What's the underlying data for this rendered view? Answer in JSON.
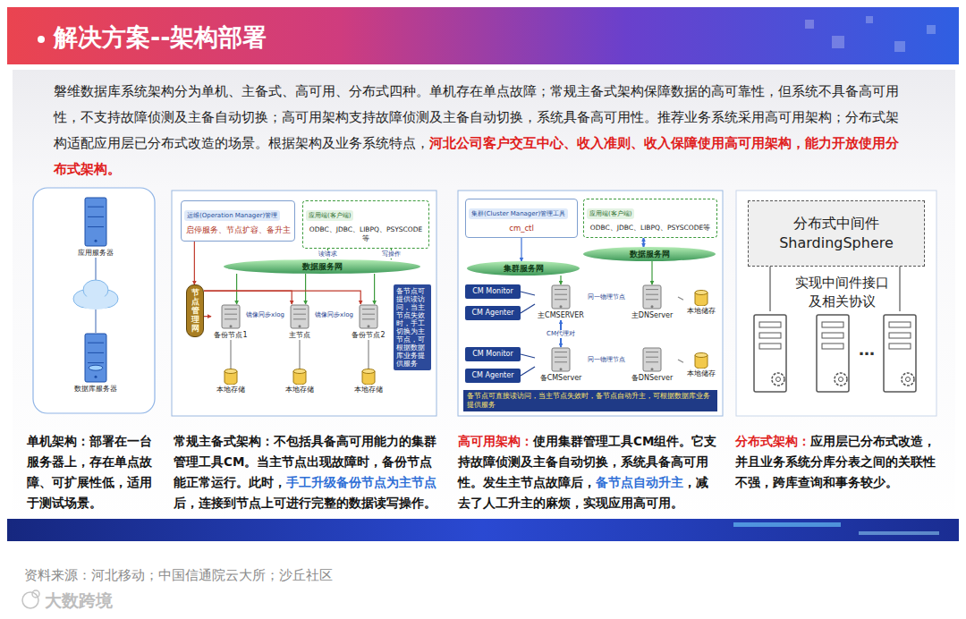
{
  "diagram": {
    "title": "解决方案--架构部署",
    "nodes": [
      {
        "text": [
          "应用服务器"
        ]
      },
      {
        "text": [
          "数据库服务器"
        ]
      },
      {
        "text": [
          "运维(Operation Manager)管理",
          "启停服务、节点扩容、备升主"
        ]
      },
      {
        "text": [
          "应用端(客户端)",
          "ODBC、JDBC、LIBPQ、PSYSCODE等"
        ]
      },
      {
        "text": [
          "数据服务网"
        ]
      },
      {
        "text": [
          "节点管理网"
        ]
      },
      {
        "text": [
          "备份节点1"
        ]
      },
      {
        "text": [
          "主节点"
        ]
      },
      {
        "text": [
          "备份节点2"
        ]
      },
      {
        "text": [
          "本地存储"
        ]
      },
      {
        "text": [
          "本地存储"
        ]
      },
      {
        "text": [
          "本地存储"
        ]
      },
      {
        "text": [
          "备节点可提供读访问，当主节点失效时，手工切换为主节点，可根据数据库业务提供服务"
        ]
      },
      {
        "text": [
          "集群(Cluster Manager)管理工具",
          "cm_ctl"
        ]
      },
      {
        "text": [
          "应用端(客户端)",
          "ODBC、JDBC、LIBPQ、PSYSCODE等"
        ]
      },
      {
        "text": [
          "集群服务网"
        ]
      },
      {
        "text": [
          "数据服务网"
        ]
      },
      {
        "text": [
          "CM Monitor"
        ]
      },
      {
        "text": [
          "CM Agenter"
        ]
      },
      {
        "text": [
          "主CMSERVER"
        ]
      },
      {
        "text": [
          "主DNServer"
        ]
      },
      {
        "text": [
          "本地储存"
        ]
      },
      {
        "text": [
          "CM Monitor"
        ]
      },
      {
        "text": [
          "CM Agenter"
        ]
      },
      {
        "text": [
          "备CMServer"
        ]
      },
      {
        "text": [
          "备DNServer"
        ]
      },
      {
        "text": [
          "本地储存"
        ]
      },
      {
        "text": [
          "备节点可直接读访问，当主节点失效时，备节点自动升主，可根据数据库业务提供服务"
        ]
      },
      {
        "text": [
          "分布式中间件 ShardingSphere"
        ]
      }
    ],
    "edges": [
      {
        "from": 0,
        "to": 1,
        "arrow": "none"
      },
      {
        "from": 3,
        "to": 4,
        "label": "读请求",
        "arrow": "to"
      },
      {
        "from": 3,
        "to": 4,
        "label": "写操作",
        "arrow": "to"
      },
      {
        "from": 2,
        "to": 5,
        "arrow": "to"
      },
      {
        "from": 4,
        "to": 6,
        "arrow": "to"
      },
      {
        "from": 4,
        "to": 7,
        "arrow": "to"
      },
      {
        "from": 4,
        "to": 8,
        "arrow": "to"
      },
      {
        "from": 5,
        "to": 6,
        "arrow": "to"
      },
      {
        "from": 5,
        "to": 7,
        "arrow": "to"
      },
      {
        "from": 5,
        "to": 8,
        "arrow": "to"
      },
      {
        "from": 7,
        "to": 6,
        "label": "镜像同步xlog",
        "arrow": "to"
      },
      {
        "from": 7,
        "to": 8,
        "label": "镜像同步xlog",
        "arrow": "to"
      },
      {
        "from": 6,
        "to": 9,
        "arrow": "none"
      },
      {
        "from": 7,
        "to": 10,
        "arrow": "none"
      },
      {
        "from": 8,
        "to": 11,
        "arrow": "none"
      },
      {
        "from": 13,
        "to": 15,
        "arrow": "to"
      },
      {
        "from": 14,
        "to": 16,
        "arrow": "both"
      },
      {
        "from": 15,
        "to": 19,
        "arrow": "to"
      },
      {
        "from": 16,
        "to": 20,
        "arrow": "to"
      },
      {
        "from": 19,
        "to": 17,
        "arrow": "none"
      },
      {
        "from": 19,
        "to": 18,
        "arrow": "none"
      },
      {
        "from": 19,
        "to": 20,
        "label": "同一物理节点",
        "arrow": "none"
      },
      {
        "from": 20,
        "to": 21,
        "arrow": "none"
      },
      {
        "from": 19,
        "to": 24,
        "label": "CM代理对",
        "arrow": "both"
      },
      {
        "from": 24,
        "to": 22,
        "arrow": "none"
      },
      {
        "from": 24,
        "to": 23,
        "arrow": "none"
      },
      {
        "from": 24,
        "to": 25,
        "label": "同一物理节点",
        "arrow": "none"
      },
      {
        "from": 25,
        "to": 26,
        "arrow": "none"
      }
    ],
    "labels": [
      "磐维数据库系统架构分为单机、主备式、高可用、分布式四种。单机存在单点故障；常规主备式架构保障数据的高可靠性，但系统不具备高可用性，不支持故障侦测及主备自动切换；高可用架构支持故障侦测及主备自动切换，系统具备高可用性。推荐业务系统采用高可用架构；分布式架构适配应用层已分布式改造的场景。根据架构及业务系统特点，",
      "河北公司客户交互中心、收入准则、收入保障使用高可用架构，能力开放使用分布式架构。",
      "单机架构：",
      "部署在一台服务器上，存在单点故障、可扩展性低，适用于测试场景。",
      "常规主备式架构：",
      "不包括具备高可用能力的集群管理工具CM。当主节点出现故障时，备份节点能正常运行。此时，",
      "手工升级备份节点为主节点",
      "后，连接到节点上可进行完整的数据读写操作。",
      "高可用架构：",
      "使用集群管理工具CM组件。它支持故障侦测及主备自动切换，系统具备高可用性。发生主节点故障后，",
      "备节点自动升主",
      "，减去了人工升主的麻烦，实现应用高可用。",
      "分布式架构：",
      "应用层已分布式改造，并且业务系统分库分表之间的关联性不强，跨库查询和事务较少。",
      "资料来源：河北移动；中国信通院云大所；沙丘社区",
      "大数跨境",
      "实现中间件接口 及相关协议",
      "…"
    ]
  }
}
